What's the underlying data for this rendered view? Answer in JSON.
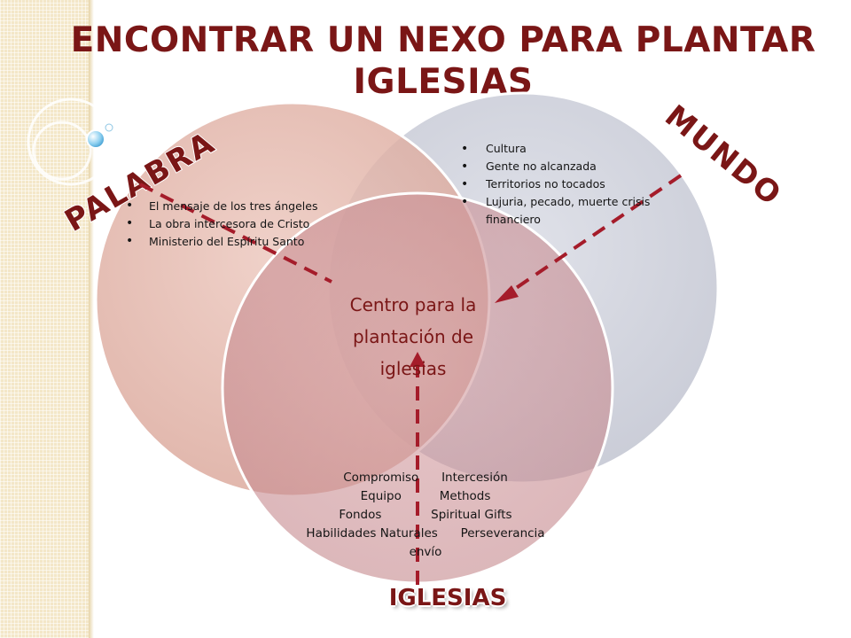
{
  "slide": {
    "title": "ENCONTRAR UN NEXO PARA PLANTAR IGLESIAS",
    "colors": {
      "title": "#7a1616",
      "palabra_circle": "#e2b3a8",
      "mundo_circle": "#c9ccd8",
      "iglesias_circle": "#c98d93",
      "arrow": "#a51c2a"
    }
  },
  "diagram": {
    "palabra": {
      "label": "PALABRA",
      "items": [
        " El mensaje de los tres ángeles",
        "La obra intercesora de Cristo",
        "Ministerio del Espíritu Santo"
      ]
    },
    "mundo": {
      "label": "MUNDO",
      "items": [
        "Cultura",
        "Gente no alcanzada",
        "Territorios no tocados",
        "Lujuria, pecado, muerte crisis financiero"
      ]
    },
    "iglesias": {
      "label": "IGLESIAS",
      "lines": [
        "Compromiso      Intercesión",
        "Equipo          Methods",
        "Fondos             Spiritual Gifts",
        "Habilidades Naturales      Perseverancia",
        "envío"
      ]
    },
    "center": {
      "label": "Centro para la plantación de iglesias"
    }
  }
}
